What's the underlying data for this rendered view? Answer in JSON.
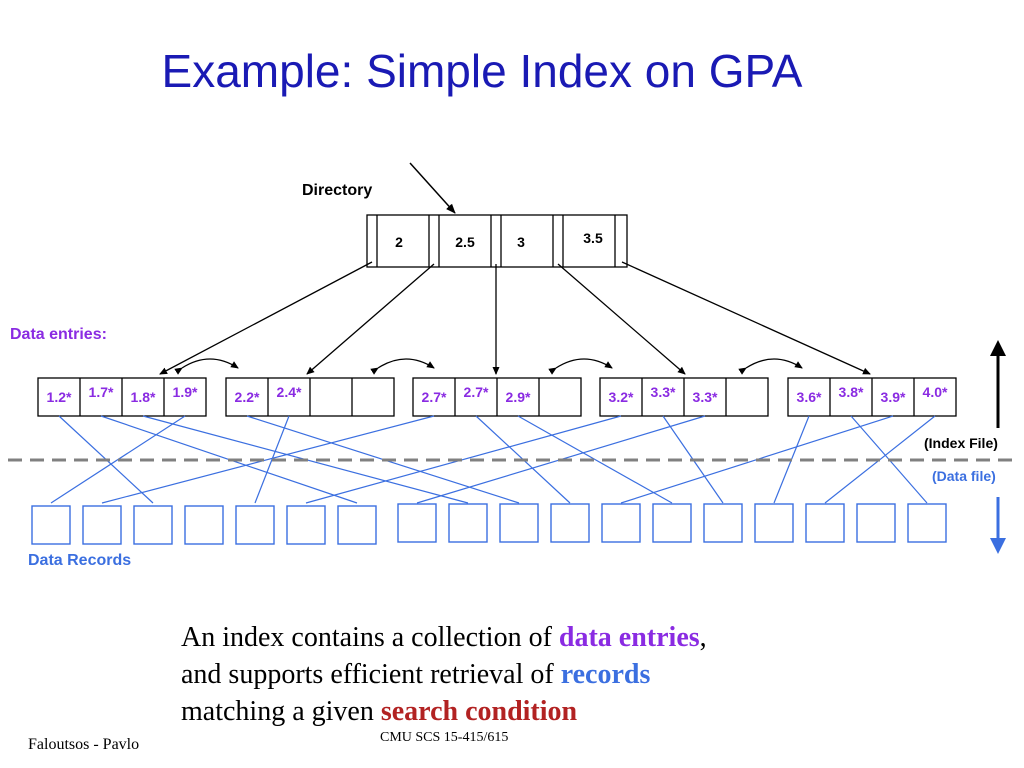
{
  "slide": {
    "title": "Example: Simple Index on GPA",
    "footer_left": "Faloutsos - Pavlo",
    "footer_center": "CMU SCS 15-415/615"
  },
  "diagram": {
    "directory_label": "Directory",
    "directory_keys": [
      "2",
      "2.5",
      "3",
      "3.5"
    ],
    "data_entries_label": "Data entries:",
    "index_file_label": "(Index File)",
    "data_file_label": "(Data file)",
    "data_records_label": "Data Records",
    "leaf_pages": [
      [
        "1.2*",
        "1.7*",
        "1.8*",
        "1.9*"
      ],
      [
        "2.2*",
        "2.4*",
        "",
        ""
      ],
      [
        "2.7*",
        "2.7*",
        "2.9*",
        ""
      ],
      [
        "3.2*",
        "3.3*",
        "3.3*",
        ""
      ],
      [
        "3.6*",
        "3.8*",
        "3.9*",
        "4.0*"
      ]
    ],
    "data_record_count": 18
  },
  "caption": {
    "line1_prefix": "An index contains a collection of ",
    "line1_keyword": "data entries",
    "line1_suffix": ",",
    "line2_prefix": "and supports efficient retrieval of ",
    "line2_keyword": "records",
    "line3_prefix": "matching a given ",
    "line3_keyword": "search condition"
  },
  "colors": {
    "title": "#1a1ab4",
    "data_entries": "#8a2be2",
    "records": "#3b6fe0",
    "search_condition": "#b22222",
    "link_lines": "#3b6fe0",
    "separator": "#808080"
  }
}
